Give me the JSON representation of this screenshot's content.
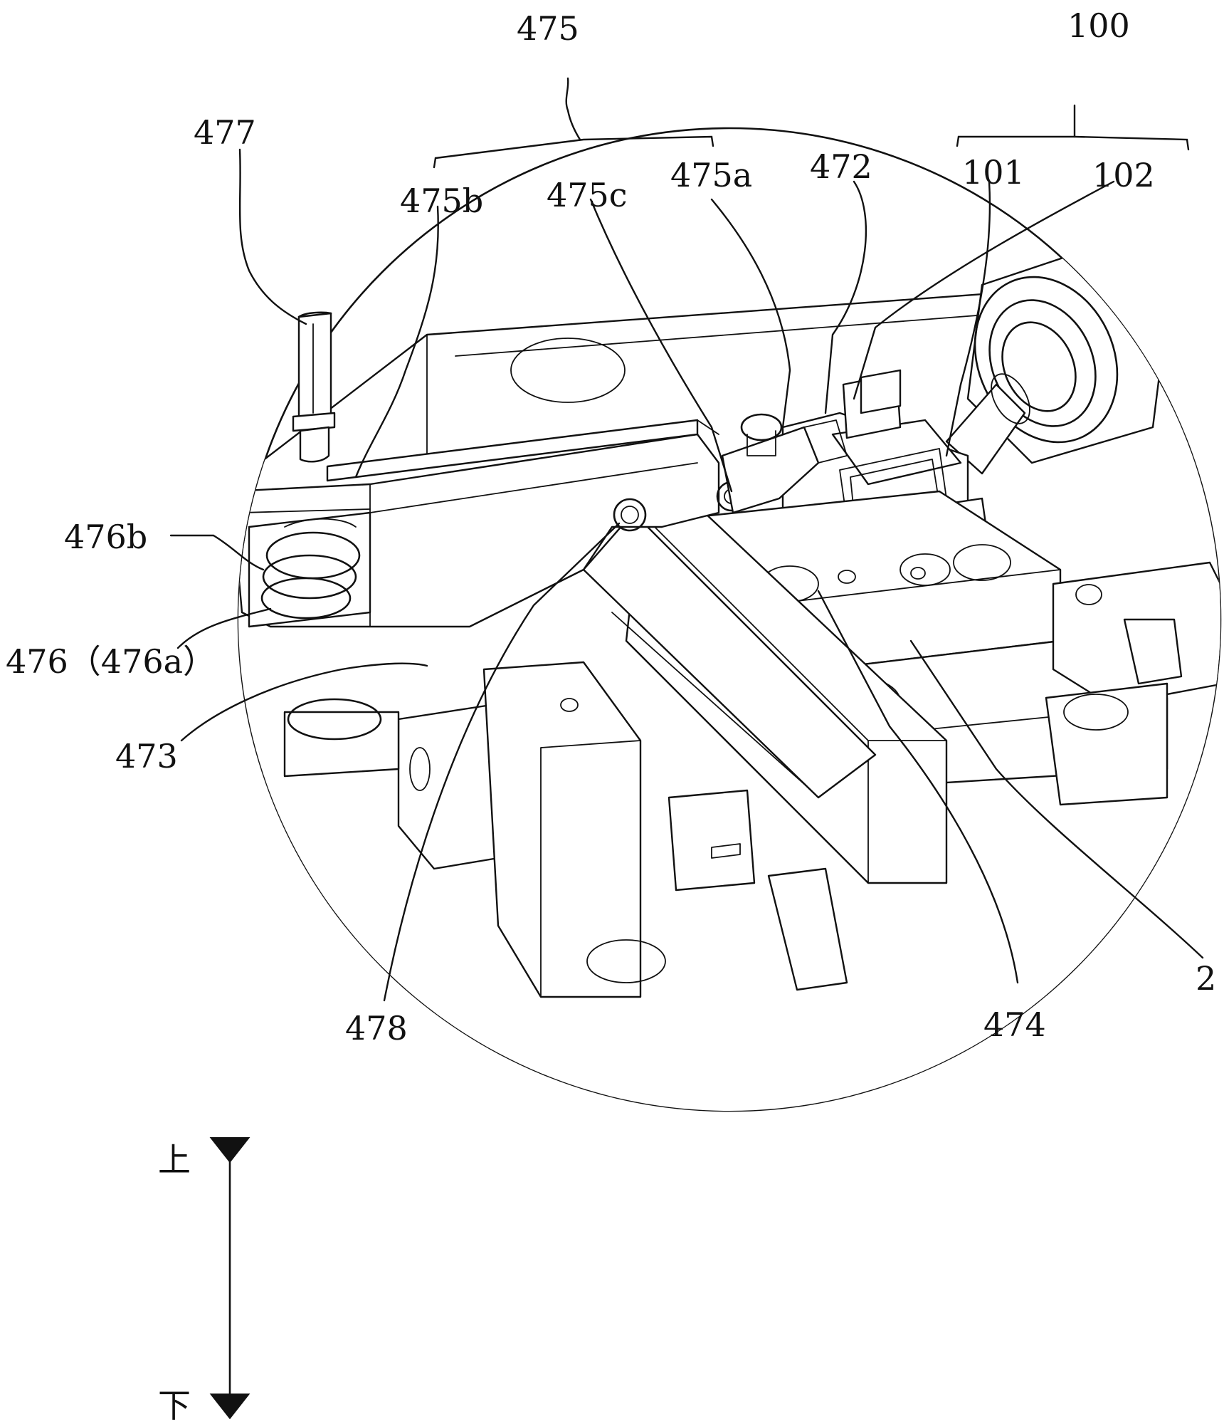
{
  "figure": {
    "labels": {
      "l475": "475",
      "l100": "100",
      "l477": "477",
      "l475b": "475b",
      "l475c": "475c",
      "l475a": "475a",
      "l472": "472",
      "l101": "101",
      "l102": "102",
      "l476b": "476b",
      "l476": "476（476a）",
      "l473": "473",
      "l478": "478",
      "l474": "474",
      "l2": "2"
    },
    "direction": {
      "up": "上",
      "down": "下"
    }
  }
}
